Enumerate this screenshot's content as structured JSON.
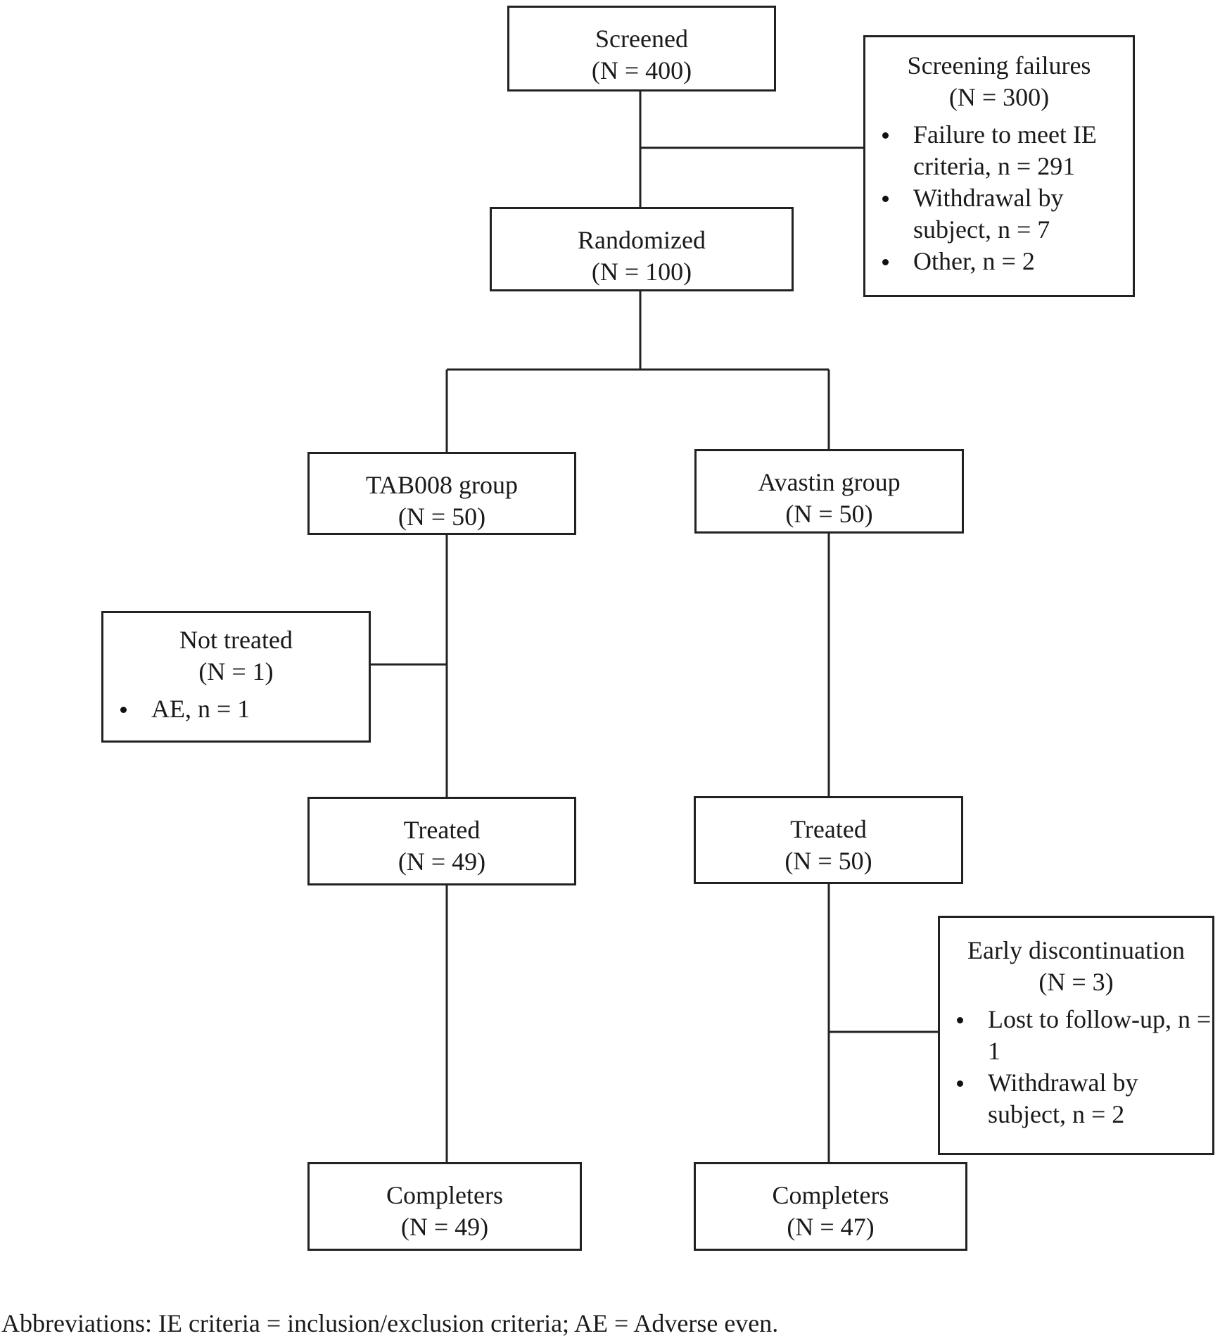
{
  "screened": {
    "title": "Screened",
    "count": "(N = 400)"
  },
  "screening_failures": {
    "title": "Screening failures",
    "count": "(N = 300)",
    "items": [
      "Failure to meet IE criteria, n = 291",
      "Withdrawal by subject, n = 7",
      "Other, n = 2"
    ]
  },
  "randomized": {
    "title": "Randomized",
    "count": "(N = 100)"
  },
  "tab008_group": {
    "title": "TAB008 group",
    "count": "(N = 50)"
  },
  "avastin_group": {
    "title": "Avastin group",
    "count": "(N = 50)"
  },
  "not_treated": {
    "title": "Not treated",
    "count": "(N = 1)",
    "items": [
      "AE, n = 1"
    ]
  },
  "tab008_treated": {
    "title": "Treated",
    "count": "(N = 49)"
  },
  "avastin_treated": {
    "title": "Treated",
    "count": "(N = 50)"
  },
  "early_discontinuation": {
    "title": "Early discontinuation",
    "count": "(N = 3)",
    "items": [
      "Lost to follow-up, n = 1",
      "Withdrawal by subject, n = 2"
    ]
  },
  "tab008_completers": {
    "title": "Completers",
    "count": "(N = 49)"
  },
  "avastin_completers": {
    "title": "Completers",
    "count": "(N = 47)"
  },
  "abbreviations": "Abbreviations: IE criteria = inclusion/exclusion criteria; AE = Adverse even."
}
